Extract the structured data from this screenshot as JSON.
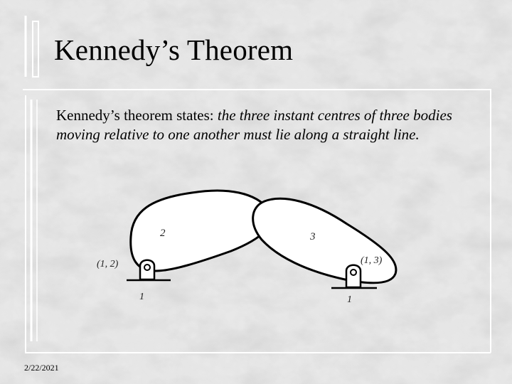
{
  "slide": {
    "title": "Kennedy’s Theorem",
    "statement_intro": "Kennedy’s theorem states: ",
    "statement_text": "the three instant centres of three bodies moving relative to one another must lie along a straight line.",
    "date": "2/22/2021"
  },
  "diagram": {
    "body_2_label": "2",
    "body_3_label": "3",
    "centre_12_label": "(1, 2)",
    "centre_13_label": "(1, 3)",
    "ground_left_label": "1",
    "ground_right_label": "1"
  },
  "colors": {
    "background": "#e4e4e4",
    "frame": "#ffffff",
    "ink": "#000000"
  }
}
